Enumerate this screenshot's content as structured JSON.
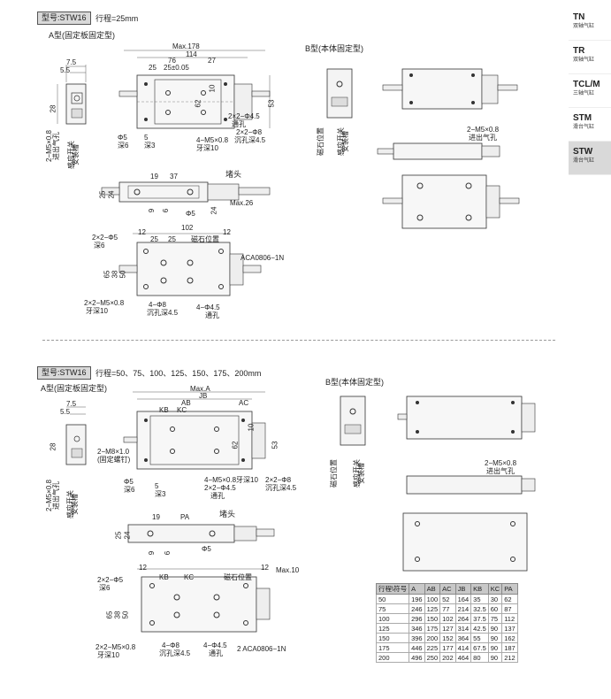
{
  "section1": {
    "model_tag": "型号:STW16",
    "stroke": "行程=25mm",
    "typeA": "A型(固定板固定型)",
    "typeB": "B型(本体固定型)",
    "dims": {
      "max": "Max.178",
      "d114": "114",
      "d76": "76",
      "d27": "27",
      "d25": "25",
      "d25tol": "25±0.05",
      "d7_5": "7.5",
      "d5_5": "5.5",
      "d28": "28",
      "d53": "53",
      "d62": "62",
      "d10": "10",
      "phi5": "Φ5",
      "deep6": "深6",
      "d5": "5",
      "deep3": "深3",
      "m5x08": "4−M5×0.8",
      "thread10": "牙深10",
      "hole2x2": "2×2−Φ4.5",
      "thru": "通孔",
      "hole2x2b": "2×2−Φ8",
      "counter": "沉孔深4.5",
      "port_side": "2−M5×0.8",
      "port_side2": "进出气孔",
      "reed": "感应开关",
      "reed2": "安装槽",
      "d19": "19",
      "d37": "37",
      "cap": "堵头",
      "d25b": "25",
      "d24": "24",
      "d9": "9",
      "d6": "6",
      "d24b": "24",
      "phi5b": "Φ5",
      "max26": "Max.26",
      "d102": "102",
      "d12": "12",
      "d12b": "12",
      "d25c": "25",
      "d25d": "25",
      "magnet": "磁石位置",
      "hole_a": "2×2−Φ5",
      "deep6b": "深6",
      "d65": "65",
      "d38": "38",
      "d50": "50",
      "m5b": "2×2−M5×0.8",
      "thread10b": "牙深10",
      "phi8": "4−Φ8",
      "counter2": "沉孔深4.5",
      "phi45": "4−Φ4.5",
      "thru2": "通孔",
      "aca": "ACA0806−1N",
      "b_port": "2−M5×0.8",
      "b_port2": "进出气孔",
      "b_magnet": "磁石位置",
      "b_reed": "感应开关",
      "b_reed2": "安装槽"
    }
  },
  "section2": {
    "model_tag": "型号:STW16",
    "stroke": "行程=50、75、100、125、150、175、200mm",
    "typeA": "A型(固定板固定型)",
    "typeB": "B型(本体固定型)",
    "dims": {
      "maxA": "Max.A",
      "jb": "JB",
      "ab": "AB",
      "ac": "AC",
      "kb": "KB",
      "kc": "KC",
      "pa": "PA",
      "d7_5": "7.5",
      "d5_5": "5.5",
      "d28": "28",
      "d53": "53",
      "d62": "62",
      "d10": "10",
      "m8": "2−M8×1.0",
      "m8b": "(固定螺钉)",
      "phi5": "Φ5",
      "deep6": "深6",
      "d5": "5",
      "deep3": "深3",
      "m5": "4−M5×0.8牙深10",
      "hole45": "2×2−Φ4.5",
      "thru": "通孔",
      "phi8": "2×2−Φ8",
      "counter": "沉孔深4.5",
      "port": "2−M5×0.8",
      "port2": "进出气孔",
      "reed": "感应开关",
      "reed2": "安装槽",
      "d19": "19",
      "cap": "堵头",
      "d25": "25",
      "d24": "24",
      "d9": "9",
      "d6": "6",
      "phi5b": "Φ5",
      "d12": "12",
      "d12b": "12",
      "max10": "Max.10",
      "magnet": "磁石位置",
      "hole_a": "2×2−Φ5",
      "deep6b": "深6",
      "d65": "65",
      "d38": "38",
      "d50": "50",
      "m5b": "2×2−M5×0.8",
      "thread10": "牙深10",
      "phi8b": "4−Φ8",
      "counter2": "沉孔深4.5",
      "phi45": "4−Φ4.5",
      "thru2": "通孔",
      "aca": "2 ACA0806−1N",
      "b_port": "2−M5×0.8",
      "b_port2": "进出气孔",
      "b_magnet": "磁石位置",
      "b_reed": "感应开关",
      "b_reed2": "安装槽"
    },
    "table": {
      "headers": [
        "行程\\符号",
        "A",
        "AB",
        "AC",
        "JB",
        "KB",
        "KC",
        "PA"
      ],
      "rows": [
        [
          "50",
          "196",
          "100",
          "52",
          "164",
          "35",
          "30",
          "62"
        ],
        [
          "75",
          "246",
          "125",
          "77",
          "214",
          "32.5",
          "60",
          "87"
        ],
        [
          "100",
          "296",
          "150",
          "102",
          "264",
          "37.5",
          "75",
          "112"
        ],
        [
          "125",
          "346",
          "175",
          "127",
          "314",
          "42.5",
          "90",
          "137"
        ],
        [
          "150",
          "396",
          "200",
          "152",
          "364",
          "55",
          "90",
          "162"
        ],
        [
          "175",
          "446",
          "225",
          "177",
          "414",
          "67.5",
          "90",
          "187"
        ],
        [
          "200",
          "496",
          "250",
          "202",
          "464",
          "80",
          "90",
          "212"
        ]
      ]
    }
  },
  "nav": [
    {
      "code": "TN",
      "sub": "双轴气缸"
    },
    {
      "code": "TR",
      "sub": "双轴气缸"
    },
    {
      "code": "TCL/M",
      "sub": "三轴气缸"
    },
    {
      "code": "STM",
      "sub": "滑台气缸"
    },
    {
      "code": "STW",
      "sub": "滑台气缸"
    }
  ]
}
